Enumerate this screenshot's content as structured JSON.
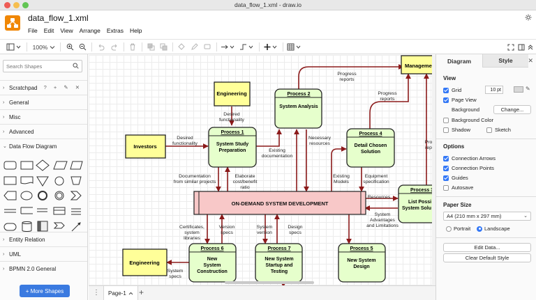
{
  "window": {
    "title": "data_flow_1.xml - draw.io"
  },
  "app": {
    "filename": "data_flow_1.xml",
    "logo_icon": "drawio-logo-icon",
    "theme_icon": "sun-icon"
  },
  "menu": [
    "File",
    "Edit",
    "View",
    "Arrange",
    "Extras",
    "Help"
  ],
  "toolbar": {
    "zoom": "100%"
  },
  "sidebar": {
    "search_placeholder": "Search Shapes",
    "scratchpad": "Scratchpad",
    "scratchpad_actions": "? + ✎ ✕",
    "sections": [
      "General",
      "Misc",
      "Advanced",
      "Data Flow Diagram",
      "Entity Relation",
      "UML",
      "BPMN 2.0 General"
    ],
    "more_shapes": "+ More Shapes"
  },
  "diagram": {
    "central": "ON-DEMAND SYSTEM DEVELOPMENT",
    "entities": [
      "Engineering",
      "Investors",
      "Engineering",
      "Manageme"
    ],
    "processes": [
      {
        "id": "Process 1",
        "name": [
          "System Study",
          "Preparation"
        ]
      },
      {
        "id": "Process 2",
        "name": [
          "System Analysis"
        ]
      },
      {
        "id": "Process 4",
        "name": [
          "Detail Chosen",
          "Solution"
        ]
      },
      {
        "id": "Process 3",
        "name": [
          "List Possi",
          "System Solu"
        ]
      },
      {
        "id": "Process 6",
        "name": [
          "New",
          "System",
          "Construction"
        ]
      },
      {
        "id": "Process 7",
        "name": [
          "New System",
          "Startup and",
          "Testing"
        ]
      },
      {
        "id": "Process 5",
        "name": [
          "New System",
          "Design"
        ]
      }
    ],
    "labels": {
      "desired_func_1": [
        "Desired",
        "functionality"
      ],
      "desired_func_2": [
        "Desired",
        "functionality"
      ],
      "progress_reports_1": [
        "Progress",
        "reports"
      ],
      "progress_reports_2": [
        "Progress",
        "reports"
      ],
      "proc_partial": [
        "Pro",
        "rep"
      ],
      "existing_documentation": [
        "Existing",
        "documentation"
      ],
      "necessary_resources": [
        "Necessary",
        "resources"
      ],
      "existing_models": [
        "Existing",
        "Models"
      ],
      "equipment_spec": [
        "Equipment",
        "specification"
      ],
      "documentation_similar": [
        "Documentation",
        "from similar projects"
      ],
      "elaborate_cost": [
        "Elaborate",
        "cost/benefit",
        "ratio"
      ],
      "resources": [
        "Resources"
      ],
      "system_advantages": [
        "System",
        "Advantages",
        "and Limitations"
      ],
      "certificates": [
        "Certificates,",
        "system",
        "libraries"
      ],
      "version_specs": [
        "Version",
        "specs"
      ],
      "system_version": [
        "System",
        "version"
      ],
      "design_specs": [
        "Design",
        "specs"
      ],
      "system_specs": [
        "System",
        "specs"
      ]
    }
  },
  "pages": {
    "current": "Page-1"
  },
  "panel": {
    "tabs": [
      "Diagram",
      "Style"
    ],
    "view_heading": "View",
    "grid": "Grid",
    "grid_size": "10 pt",
    "page_view": "Page View",
    "background": "Background",
    "change_button": "Change...",
    "background_color": "Background Color",
    "shadow": "Shadow",
    "sketch": "Sketch",
    "options_heading": "Options",
    "connection_arrows": "Connection Arrows",
    "connection_points": "Connection Points",
    "guides": "Guides",
    "autosave": "Autosave",
    "paper_size_heading": "Paper Size",
    "paper_size": "A4 (210 mm x 297 mm)",
    "portrait": "Portrait",
    "landscape": "Landscape",
    "edit_data": "Edit Data...",
    "clear_default_style": "Clear Default Style"
  },
  "colors": {
    "process_fill": "#e6ffcc",
    "entity_fill": "#ffff99",
    "central_fill": "#f8c8c8",
    "arrow": "#8b1a1a",
    "accent": "#3478f6",
    "logo": "#f08705"
  }
}
